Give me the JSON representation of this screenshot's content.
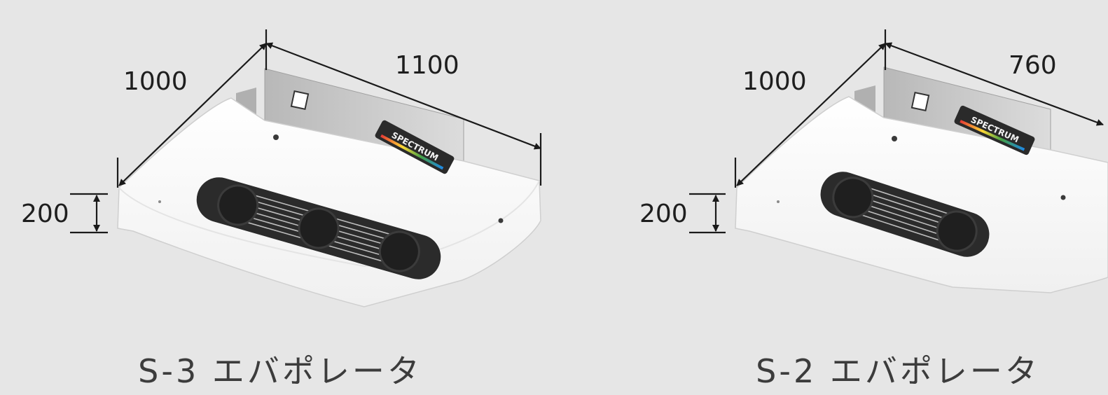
{
  "units": [
    {
      "width_label": "1000",
      "depth_label": "1100",
      "height_label": "200",
      "caption": "S-3 エバポレータ",
      "logo_text": "SPECTRUM",
      "fan_count": 3
    },
    {
      "width_label": "1000",
      "depth_label": "760",
      "height_label": "200",
      "caption": "S-2 エバポレータ",
      "logo_text": "SPECTRUM",
      "fan_count": 2
    }
  ],
  "colors": {
    "background": "#e6e6e6",
    "body": "#ffffff",
    "bracket": "#c8c8c8",
    "vent": "#2b2b2b",
    "dimension_line": "#1a1a1a"
  }
}
